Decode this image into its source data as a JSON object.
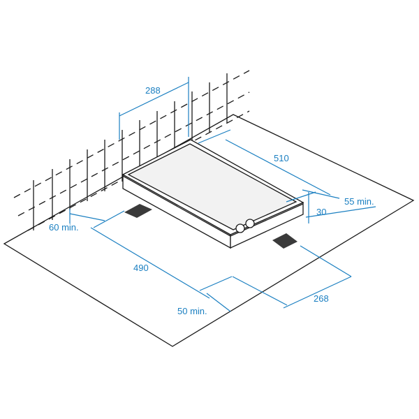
{
  "dimensions": {
    "cutout_depth_top": "288",
    "hob_width": "510",
    "wall_clearance": "55 min.",
    "hob_height": "30",
    "side_clearance": "60 min.",
    "cutout_width": "490",
    "front_clearance": "50 min.",
    "cutout_depth": "268"
  },
  "colors": {
    "line": "#1a1a1a",
    "dimension": "#1a7fc1",
    "hob_surface": "#f2f2f2",
    "feet": "#3a3a3a"
  }
}
